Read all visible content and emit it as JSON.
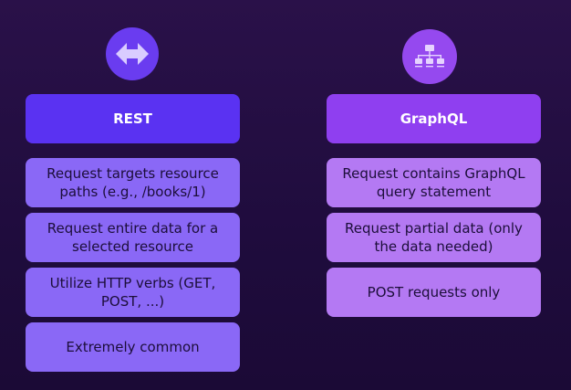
{
  "rest": {
    "title": "REST",
    "icon": "bidirectional-arrow-icon",
    "items": [
      "Request targets resource paths (e.g., /books/1)",
      "Request entire data for a selected resource",
      "Utilize HTTP verbs (GET, POST, ...)",
      "Extremely common"
    ]
  },
  "graphql": {
    "title": "GraphQL",
    "icon": "hierarchy-tree-icon",
    "items": [
      "Request contains GraphQL query statement",
      "Request partial data (only the data needed)",
      "POST requests only"
    ]
  },
  "colors": {
    "background": "#1f0c3d",
    "rest_header": "#5a32f2",
    "rest_item": "#8a68f6",
    "graphql_header": "#8f3ff0",
    "graphql_item": "#b479f3"
  }
}
